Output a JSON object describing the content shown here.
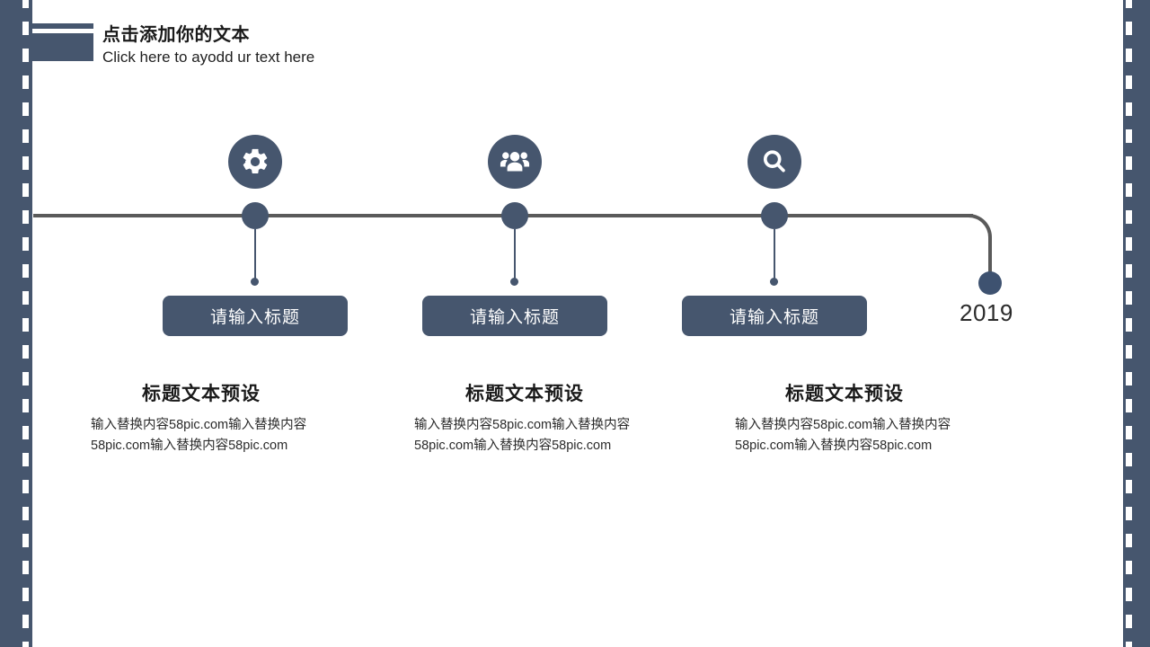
{
  "slide": {
    "background": "#ffffff",
    "accent_color": "#46566e",
    "line_color": "#5a5a5a"
  },
  "header": {
    "title_cn": "点击添加你的文本",
    "title_en": "Click here to ayodd ur text here",
    "decoration_name": "header-accent-bar"
  },
  "timeline": {
    "end_year": "2019",
    "nodes": [
      {
        "icon": "gear-icon",
        "pill_label": "请输入标题",
        "heading": "标题文本预设",
        "body": "输入替换内容58pic.com输入替换内容58pic.com输入替换内容58pic.com"
      },
      {
        "icon": "people-group-icon",
        "pill_label": "请输入标题",
        "heading": "标题文本预设",
        "body": "输入替换内容58pic.com输入替换内容58pic.com输入替换内容58pic.com"
      },
      {
        "icon": "search-icon",
        "pill_label": "请输入标题",
        "heading": "标题文本预设",
        "body": "输入替换内容58pic.com输入替换内容58pic.com输入替换内容58pic.com"
      }
    ]
  }
}
